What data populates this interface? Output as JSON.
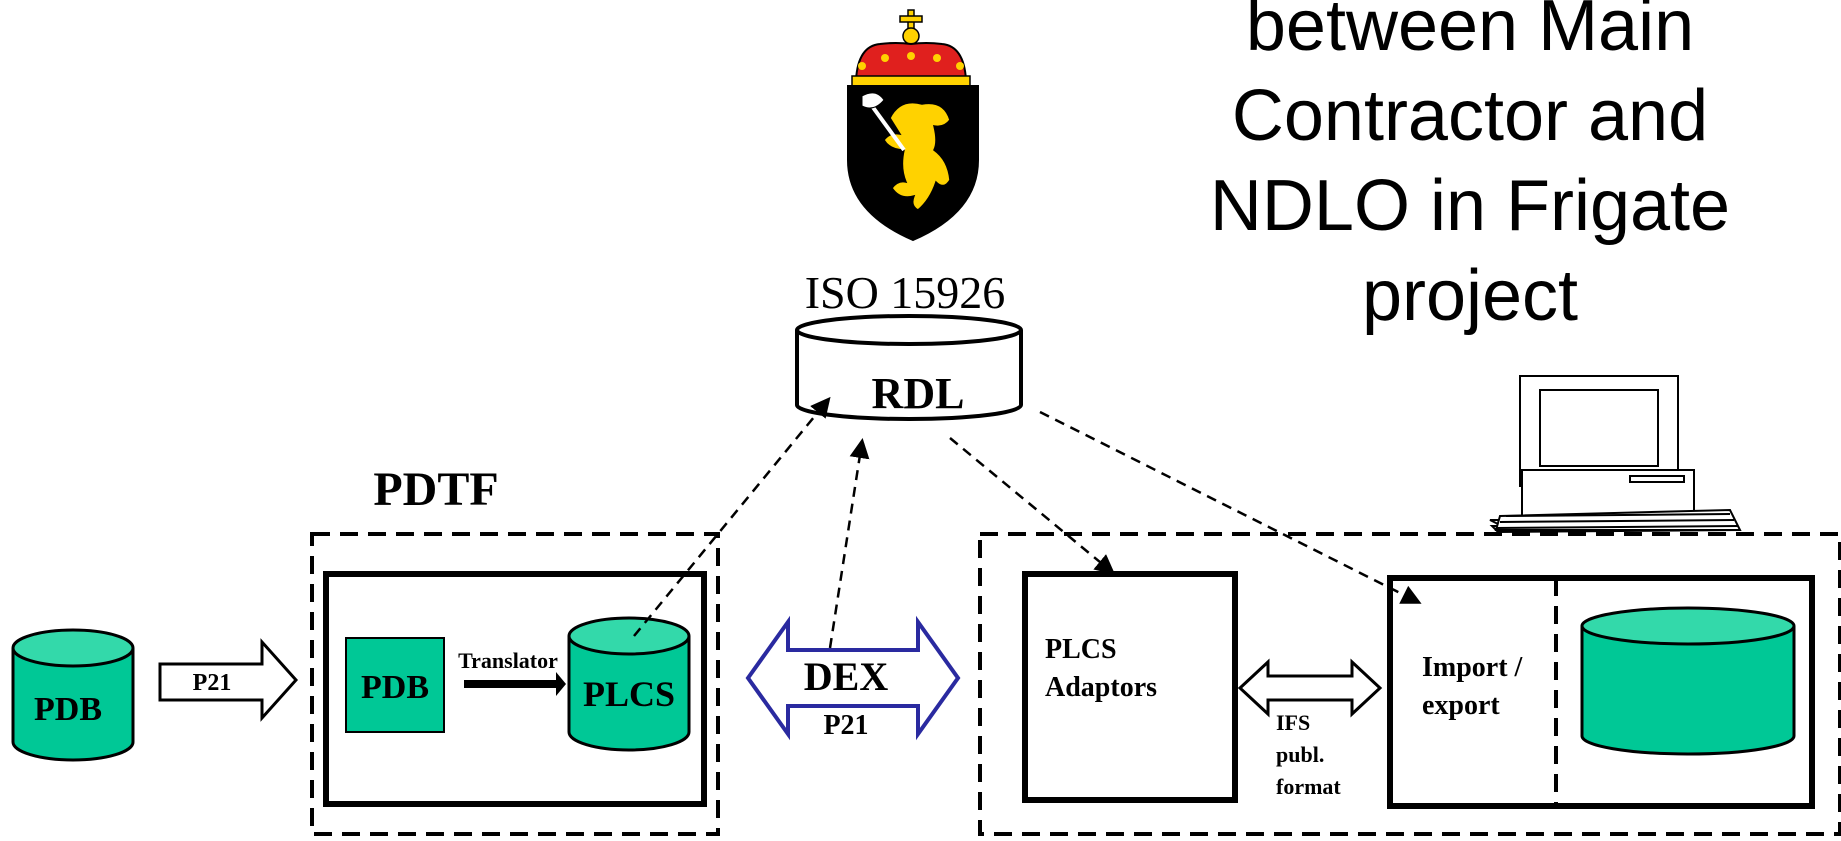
{
  "title": {
    "lines": [
      "between Main",
      "Contractor and",
      "NDLO in Frigate",
      "project"
    ]
  },
  "rdl": {
    "standard": "ISO 15926",
    "label": "RDL"
  },
  "pdtf": {
    "label": "PDTF"
  },
  "pdb_source": {
    "label": "PDB"
  },
  "arrow_p21": {
    "label": "P21"
  },
  "pdtf_inner": {
    "pdb_label": "PDB",
    "translator_label": "Translator",
    "plcs_label": "PLCS"
  },
  "dex": {
    "label": "DEX",
    "sublabel": "P21"
  },
  "adaptors": {
    "label_line1": "PLCS",
    "label_line2": "Adaptors"
  },
  "ifs": {
    "line1": "IFS",
    "line2": "publ.",
    "line3": "format"
  },
  "import_export": {
    "line1": "Import /",
    "line2": "export"
  },
  "colors": {
    "db_fill": "#00c896",
    "db_top": "#33d9aa",
    "dex_stroke": "#2a2aa0",
    "crest_gold": "#ffd200",
    "crest_red": "#e0201e",
    "crest_black": "#000000"
  }
}
